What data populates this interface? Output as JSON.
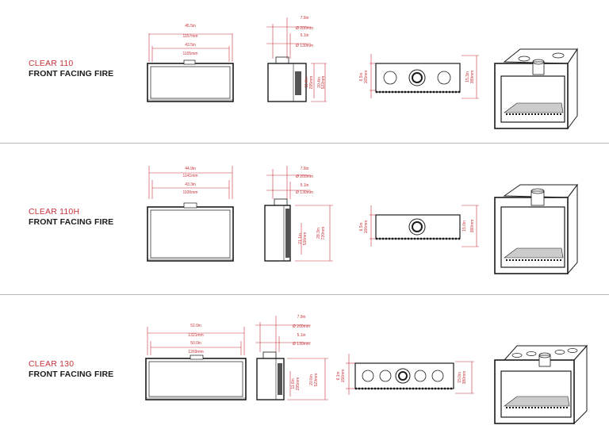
{
  "colors": {
    "accent": "#c8343a",
    "line": "#1b1b1b",
    "separator": "#b9b9b9"
  },
  "models": [
    {
      "name": "CLEAR 110",
      "subtitle": "FRONT FACING FIRE",
      "front": {
        "outer_in": "45.5in",
        "outer_mm": "1157mm",
        "inner_in": "43.5in",
        "inner_mm": "1105mm"
      },
      "side": {
        "flue_outer_in": "7.9in",
        "flue_outer_mm": "Ø 200mm",
        "flue_inner_in": "5.1in",
        "flue_inner_mm": "Ø 130mm",
        "h1_in": "11.6in",
        "h1_mm": "295mm",
        "h2_in": "20.4in",
        "h2_mm": "522mm"
      },
      "top": {
        "depth_in": "6.5in",
        "depth_mm": "165mm",
        "height_in": "15.3in",
        "height_mm": "389mm"
      }
    },
    {
      "name": "CLEAR 110H",
      "subtitle": "FRONT FACING FIRE",
      "front": {
        "outer_in": "44.9in",
        "outer_mm": "1141mm",
        "inner_in": "43.3in",
        "inner_mm": "1100mm"
      },
      "side": {
        "flue_outer_in": "7.9in",
        "flue_outer_mm": "Ø 200mm",
        "flue_inner_in": "5.1in",
        "flue_inner_mm": "Ø 130mm",
        "h1_in": "21.1in",
        "h1_mm": "536mm",
        "h2_in": "28.3in",
        "h2_mm": "720mm"
      },
      "top": {
        "depth_in": "6.5in",
        "depth_mm": "166mm",
        "height_in": "15.0in",
        "height_mm": "380mm"
      }
    },
    {
      "name": "CLEAR 130",
      "subtitle": "FRONT FACING FIRE",
      "front": {
        "outer_in": "52.0in",
        "outer_mm": "1321mm",
        "inner_in": "50.0in",
        "inner_mm": "1269mm"
      },
      "side": {
        "flue_outer_in": "7.9in",
        "flue_outer_mm": "Ø 200mm",
        "flue_inner_in": "5.1in",
        "flue_inner_mm": "Ø 130mm",
        "h1_in": "11.6in",
        "h1_mm": "295mm",
        "h2_in": "20.6in",
        "h2_mm": "523mm"
      },
      "top": {
        "depth_in": "6.1in",
        "depth_mm": "156mm",
        "height_in": "15.0in",
        "height_mm": "380mm"
      }
    }
  ]
}
